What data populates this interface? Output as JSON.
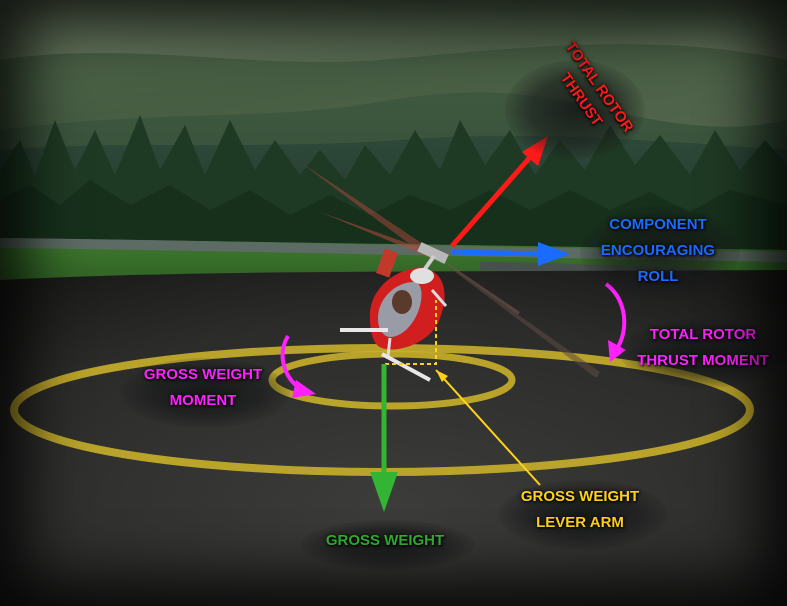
{
  "labels": {
    "total_rotor_thrust": [
      "TOTAL ROTOR",
      "THRUST"
    ],
    "component_roll": [
      "COMPONENT",
      "ENCOURAGING",
      "ROLL"
    ],
    "total_rotor_thrust_moment": [
      "TOTAL ROTOR",
      "THRUST MOMENT"
    ],
    "gross_weight_moment": [
      "GROSS WEIGHT",
      "MOMENT"
    ],
    "gross_weight_lever_arm": [
      "GROSS WEIGHT",
      "LEVER ARM"
    ],
    "gross_weight": [
      "GROSS WEIGHT"
    ]
  },
  "colors": {
    "thrust": "#ff1a1a",
    "roll_component": "#1a6bff",
    "moment": "#ff22ff",
    "lever_arm": "#ffd21a",
    "gross_weight": "#33b533",
    "pad_ring": "#c9b02a"
  },
  "icons": {
    "helicopter": "helicopter-icon"
  }
}
